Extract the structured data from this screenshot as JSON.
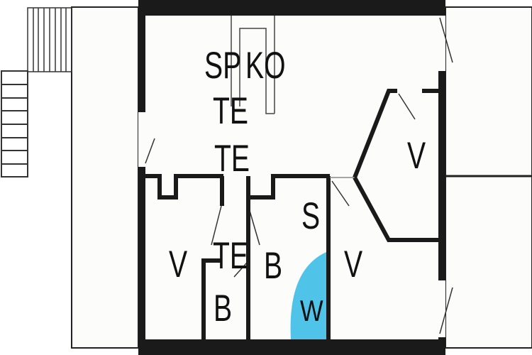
{
  "plan": {
    "colors": {
      "wall": "#1a1a1a",
      "floor": "#fcfcfa",
      "water": "#4fc3e8"
    },
    "labels": {
      "sp": "SP",
      "ko": "KO",
      "te1": "TE",
      "te2": "TE",
      "te3": "TE",
      "v_left": "V",
      "v_mid": "V",
      "v_right": "V",
      "b_small": "B",
      "b_main": "B",
      "s": "S",
      "w": "W"
    }
  }
}
